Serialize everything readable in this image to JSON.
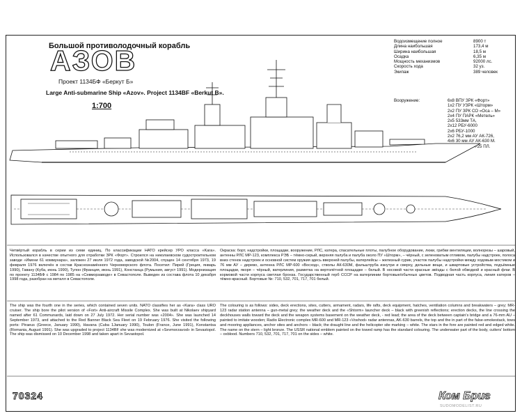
{
  "header": {
    "title_ru": "Большой противолодочный корабль",
    "ship_name": "АЗОВ",
    "project_ru": "Проект 1134БФ «Беркут Б»",
    "title_en": "Large Anti-submarine Ship «Azov». Project 1134BF «Berkut B».",
    "scale": "1:700"
  },
  "specs": [
    {
      "label": "Водоизмещение полное",
      "value": "8900 т"
    },
    {
      "label": "Длина наибольшая",
      "value": "173,4 м"
    },
    {
      "label": "Ширина наибольшая",
      "value": "18,5 м"
    },
    {
      "label": "Осадка",
      "value": "6,35 м"
    },
    {
      "label": "Мощность механизмов",
      "value": "92000 лс."
    },
    {
      "label": "Скорость хода",
      "value": "32 уз."
    },
    {
      "label": "Экипаж",
      "value": "389 человек"
    }
  ],
  "armament": {
    "heading": "Вооружение:",
    "items": [
      "6x8 ВПУ ЗРК «Форт»",
      "1x2 ПУ УЗРК «Шторм»",
      "2x2 ПУ ЗРК СО «Оса – М»",
      "2x4 ПУ ПАРК «Метель»",
      "2x5 533мм ТА,",
      "2x12 РБУ-6000",
      "2x6 РБУ-1000",
      "2x2 76,2 мм АУ АК-726,",
      "4x6 30 мм АУ АК-630 М.",
      "1 вертолёт КА-25 ПЛ."
    ]
  },
  "history_ru": "Четвёртый корабль в серии из семи единиц. По классификации НАТО крейсер УРО класса «Kara». Использовался в качестве опытного для отработки ЗРК «Форт». Строился на николаевском судостроительном заводе «Имени 61 коммунара», заложен 27 июля 1972 года, заводской №2004, спущен 14 сентября 1973, 19 февраля 1976 включён в состав Краснознамённого Черноморского флота. Посетил: Пирей (Греция, январь 1990), Гавану (Куба, июнь 1990), Тулон (Франция, июнь 1991), Констанца (Румыния, август 1991). Модернизация по проекту 1134БФ с 1984 по 1985 на «Севморзаводе» в Севастополе. Выведен из состава флота 10 декабря 1998 года, разобран на металл в Севастополе.",
  "colors_ru": "Окраска: борт, надстройки, площадки, вооружение, РЛС, катера, спасательные плоты, палубное оборудование, люки, грибки вентиляции, волнорезы – шаровый, антенны РЛС МР-123, комплекса РЭБ – тёмно-серый, верхняя палуба и палуба около ПУ «Шторм», – чёрный, с зеленоватым отливом, палубы надстроек, полоса вниз стенок надстроек и основной систем оружия здесь вверхней палубы, ватерлейсы – железный сурик, участок палубы надстройки между ходовым мостиком и 76 мм АУ – дерево, антенна РЛС МР-600 «Восход», стволы АК-630М, фальштруба изнутри и сверху, дельные вещи, и швартовые устройства, подъёмные площадки, якоря – чёрный, ватерлиния, разметка на вертолётной площадке – белый. В носовой части красные звёзды с белой обводкой и красный флаг. В кормовой части корпуса светлая бронза. Государственный герб СССР на ватерлинии бортовые/обычных цветов. Подводная часть корпуса, линия катеров – тёмно-красный. Бортовые №: 710, 532, 701, 717, 701 белый.",
  "history_en": "The ship was the fourth one in the series, which contained seven units. NATO classifies her as «Kara» class URO cruiser. The ship bore the pilot version of «Fort» Anti-aircraft Missile Complex. She was built at Nikolaev shipyard named after 61 Communards, laid down on 27 July 1972. Her serial number was «2004». She was launched 14 September 1973, and attached to the Red Banner Black Sea Fleet on 19 February 1976. She visited the following ports: Piraeus (Greece, January 1990), Havana (Cuba 1January 1990), Toulon (France, June 1991), Konstantsa (Romania, August 1991). She was upgraded to project 1134BF she was modernized at «Sevmorzavod» in Sevastopol. The ship was dismissed on 10 December 1998 and taken apart in Sevastopol.",
  "colors_en": "The colouring is as follows: sides, deck erections, sites, cutters, armament, radars, life rafts, deck equipment, hatches, ventilation columns and breakwaters – grey; MR-123 radar station antenna – gun-metal grey; the weather deck and the «Shtorm» launcher deck – black with greenish reflections; erection decks, the line crossing the deckhouses walls toward the deck and the weapon systems basement on the weather deck, - red lead; the area of the deck between captain's bridge and a 76-mm AU – painted to imitate wooden; Radio Electronic complex MR-600 and MR-123 «Voshod» radar antennas, AK-630 barrels, the top and the in part of the false-smokestack, tows and mooring appliances, anchor sites and anchors – black; the draught line and the helicopter site marking – white. The stars in the fore are painted red and edged white. The name on the stern – light bronze. The USSR national emblem painted on the towed ramp has the standard colouring. The underwater part of the body, cutters' bottom – oxblood. Numbers 710, 532, 701, 717, 701 on the sides – white.",
  "footer": {
    "code": "70324",
    "brand": "Ком Бриг",
    "site": "SUDOMODELIST.RU"
  }
}
